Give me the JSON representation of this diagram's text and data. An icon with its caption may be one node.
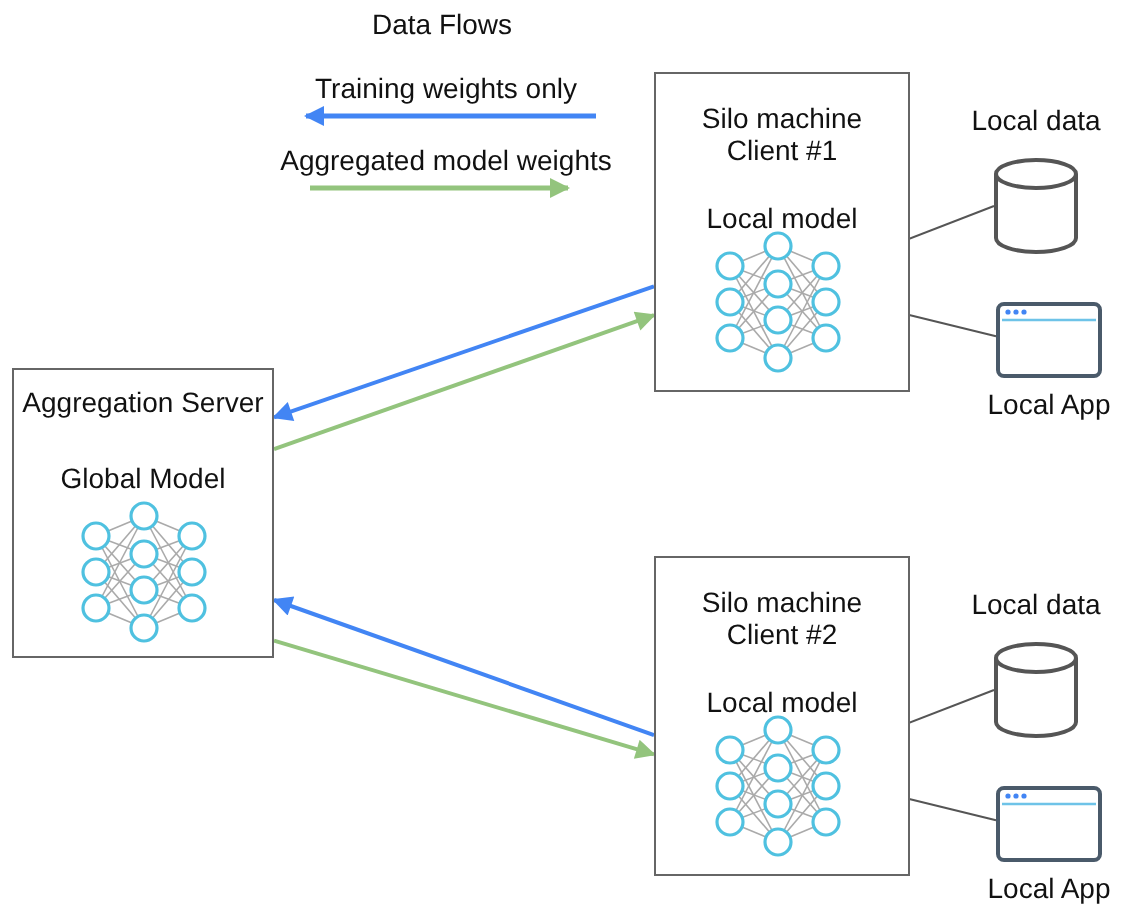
{
  "diagram": {
    "title": "Data Flows",
    "nodes": [
      {
        "text": [
          "Silo machine Client #1",
          "Local model"
        ]
      },
      {
        "text": [],
        "shape": "picture",
        "in": 0
      },
      {
        "text": [
          "Local data"
        ]
      },
      {
        "text": [
          "Local App"
        ]
      },
      {
        "text": [
          "Aggregation Server",
          "Global Model"
        ]
      },
      {
        "text": [],
        "shape": "picture",
        "in": 4
      },
      {
        "text": [
          "Silo machine Client #2",
          "Local model"
        ]
      },
      {
        "text": [],
        "shape": "picture",
        "in": 6
      },
      {
        "text": [
          "Local data"
        ]
      },
      {
        "text": [
          "Local App"
        ]
      }
    ],
    "edges": [
      {
        "from": 0,
        "to": 4,
        "arrow": "to",
        "color": "#4285f4"
      },
      {
        "from": 4,
        "to": 0,
        "arrow": "to",
        "color": "#93c47d"
      },
      {
        "from": 6,
        "to": 4,
        "arrow": "to",
        "color": "#4285f4"
      },
      {
        "from": 4,
        "to": 6,
        "arrow": "to",
        "color": "#93c47d"
      },
      {
        "from": 1,
        "to": 2,
        "arrow": "none"
      },
      {
        "from": 1,
        "to": 3,
        "arrow": "none"
      },
      {
        "from": 7,
        "to": 8,
        "arrow": "none"
      },
      {
        "from": 7,
        "to": 9,
        "arrow": "none"
      }
    ],
    "legend": [
      {
        "text": "Training weights only"
      },
      {
        "text": "Aggregated model weights"
      }
    ]
  }
}
